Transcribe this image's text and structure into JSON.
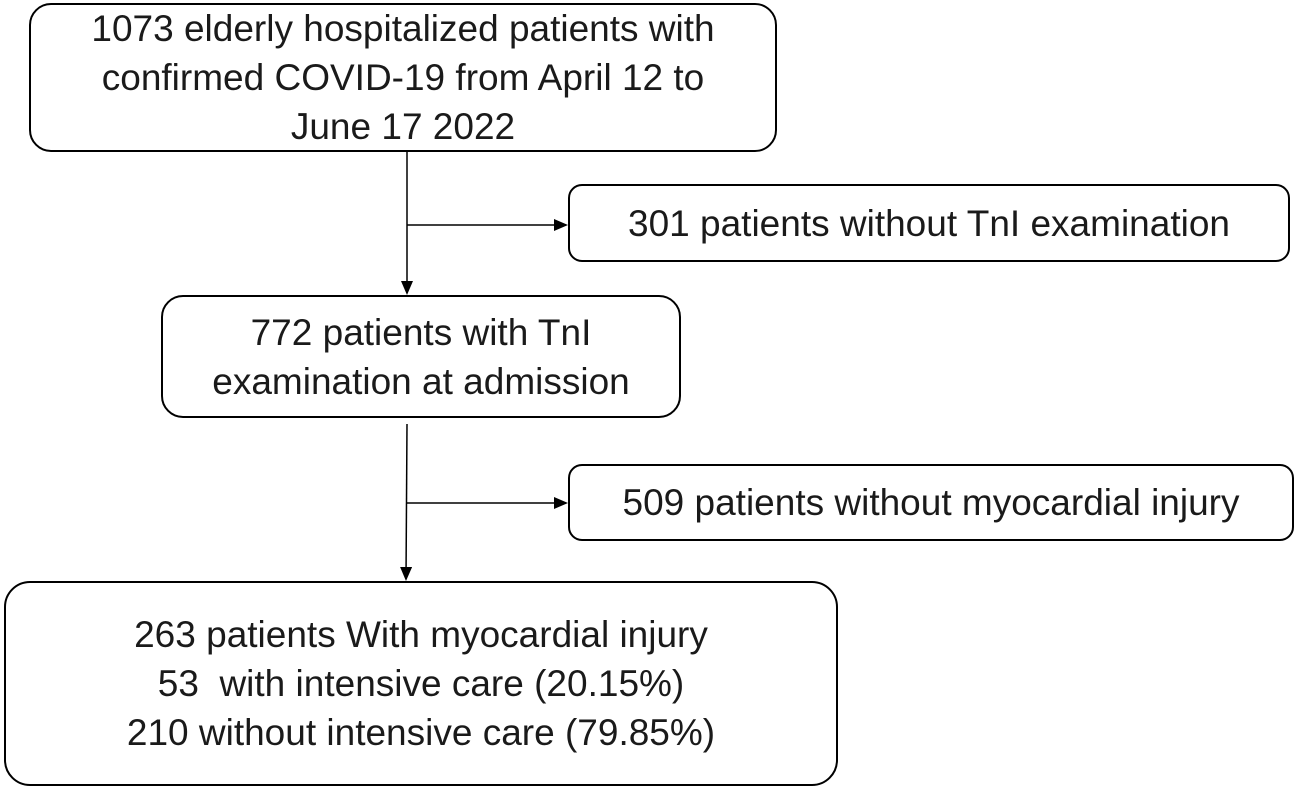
{
  "flowchart": {
    "start": {
      "lines": [
        "1073 elderly hospitalized patients with",
        "confirmed COVID-19 from April 12 to",
        "June 17 2022"
      ]
    },
    "exclusion_1": {
      "lines": [
        "301 patients without TnI examination"
      ]
    },
    "tni_group": {
      "lines": [
        "772 patients with TnI",
        "examination at admission"
      ]
    },
    "exclusion_2": {
      "lines": [
        "509 patients without myocardial injury"
      ]
    },
    "final_group": {
      "lines": [
        "263 patients With myocardial injury",
        "53  with intensive care (20.15%)",
        "210 without intensive care (79.85%)"
      ]
    }
  },
  "colors": {
    "line": "#000000",
    "box_border": "#000000",
    "text": "#1a1a1a"
  }
}
